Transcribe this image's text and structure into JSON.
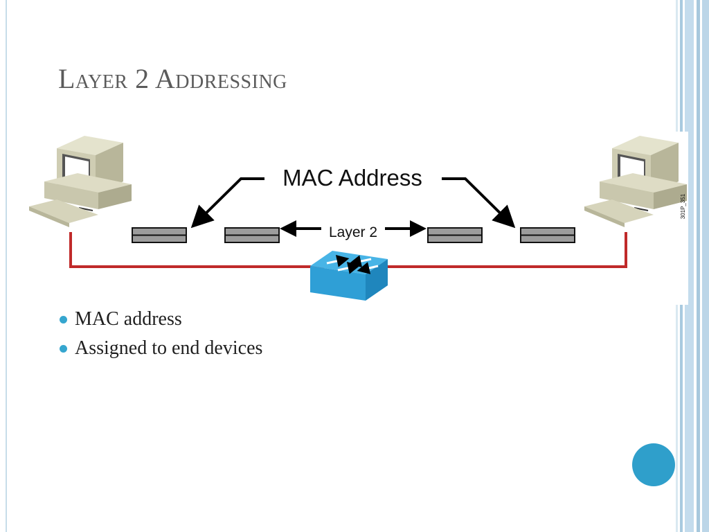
{
  "slide": {
    "title": "Layer 2 Addressing",
    "bullets": [
      "MAC address",
      "Assigned to end devices"
    ]
  },
  "diagram": {
    "mac_label": "MAC Address",
    "layer_label": "Layer 2",
    "figure_id": "301P_351",
    "colors": {
      "link": "#c02a2a",
      "switch": "#2f9fd6",
      "accent": "#2f9fcb"
    }
  }
}
